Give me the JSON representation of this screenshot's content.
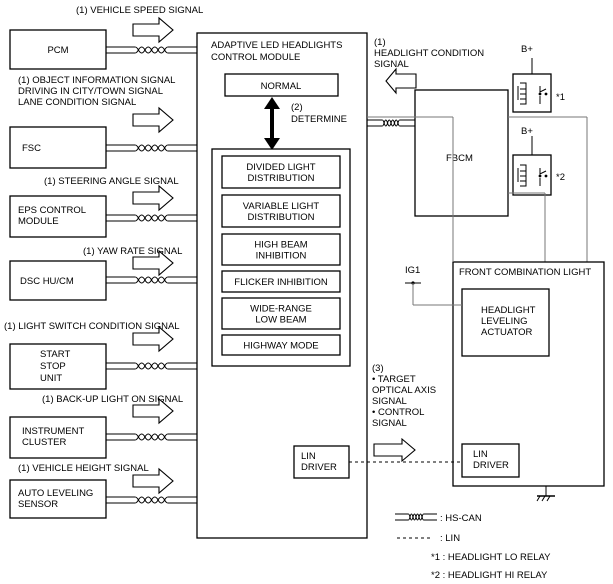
{
  "ecus": [
    "PCM",
    "FSC",
    "EPS CONTROL\nMODULE",
    "DSC HU/CM",
    "START\nSTOP\nUNIT",
    "INSTRUMENT\nCLUSTER",
    "AUTO LEVELING\nSENSOR"
  ],
  "input_signals": [
    "(1) VEHICLE SPEED SIGNAL",
    "(1) OBJECT INFORMATION SIGNAL\nDRIVING IN CITY/TOWN SIGNAL\nLANE CONDITION SIGNAL",
    "(1) STEERING ANGLE SIGNAL",
    "(1) YAW RATE SIGNAL",
    "(1) LIGHT SWITCH CONDITION SIGNAL",
    "(1) BACK-UP LIGHT ON SIGNAL",
    "(1) VEHICLE HEIGHT SIGNAL"
  ],
  "control_module": {
    "title": "ADAPTIVE LED HEADLIGHTS\nCONTROL MODULE",
    "normal": "NORMAL",
    "determine": "(2)\nDETERMINE",
    "modes": [
      "DIVIDED  LIGHT\nDISTRIBUTION",
      "VARIABLE LIGHT\nDISTRIBUTION",
      "HIGH BEAM\nINHIBITION",
      "FLICKER INHIBITION",
      "WIDE-RANGE\nLOW BEAM",
      "HIGHWAY MODE"
    ],
    "lin_driver": "LIN\nDRIVER"
  },
  "headlight_condition": "(1)\nHEADLIGHT CONDITION\nSIGNAL",
  "fbcm": "FBCM",
  "power_label": "B+",
  "relay_marks": [
    "*1",
    "*2"
  ],
  "front_combination": {
    "title": "FRONT COMBINATION LIGHT",
    "actuator": "HEADLIGHT\nLEVELING\nACTUATOR",
    "lin_driver": "LIN\nDRIVER"
  },
  "ig1": "IG1",
  "target_signal": "(3)\n• TARGET\nOPTICAL AXIS\nSIGNAL\n• CONTROL\nSIGNAL",
  "legend": {
    "hs_can": ": HS-CAN",
    "lin": ": LIN",
    "note1": "*1 : HEADLIGHT LO RELAY",
    "note2": "*2 : HEADLIGHT HI RELAY"
  }
}
